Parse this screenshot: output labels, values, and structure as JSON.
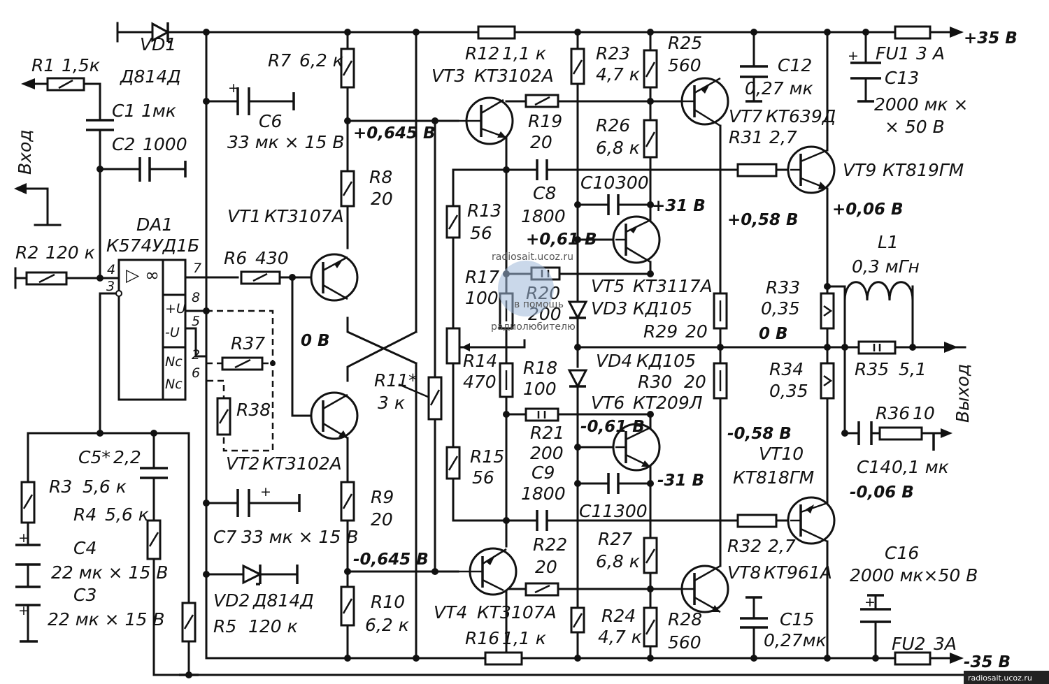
{
  "supply": {
    "positive": "+35 В",
    "negative": "-35 В"
  },
  "ports": {
    "input": "Вход",
    "output": "Выход"
  },
  "components": {
    "R1": {
      "ref": "R1",
      "value": "1,5к"
    },
    "R2": {
      "ref": "R2",
      "value": "120 к"
    },
    "R3": {
      "ref": "R3",
      "value": "5,6 к"
    },
    "R4": {
      "ref": "R4",
      "value": "5,6 к"
    },
    "R5": {
      "ref": "R5",
      "value": "120 к"
    },
    "R6": {
      "ref": "R6",
      "value": "430"
    },
    "R7": {
      "ref": "R7",
      "value": "6,2 к"
    },
    "R8": {
      "ref": "R8",
      "value": "20"
    },
    "R9": {
      "ref": "R9",
      "value": "20"
    },
    "R10": {
      "ref": "R10",
      "value": "6,2 к"
    },
    "R11": {
      "ref": "R11*",
      "value": "3 к"
    },
    "R12": {
      "ref": "R12",
      "value": "1,1 к"
    },
    "R13": {
      "ref": "R13",
      "value": "56"
    },
    "R14": {
      "ref": "R14",
      "value": "470"
    },
    "R15": {
      "ref": "R15",
      "value": "56"
    },
    "R16": {
      "ref": "R16",
      "value": "1,1 к"
    },
    "R17": {
      "ref": "R17",
      "value": "100"
    },
    "R18": {
      "ref": "R18",
      "value": "100"
    },
    "R19": {
      "ref": "R19",
      "value": "20"
    },
    "R20": {
      "ref": "R20",
      "value": "200"
    },
    "R21": {
      "ref": "R21",
      "value": "200"
    },
    "R22": {
      "ref": "R22",
      "value": "20"
    },
    "R23": {
      "ref": "R23",
      "value": "4,7 к"
    },
    "R24": {
      "ref": "R24",
      "value": "4,7 к"
    },
    "R25": {
      "ref": "R25",
      "value": "560"
    },
    "R26": {
      "ref": "R26",
      "value": "6,8 к"
    },
    "R27": {
      "ref": "R27",
      "value": "6,8 к"
    },
    "R28": {
      "ref": "R28",
      "value": "560"
    },
    "R29": {
      "ref": "R29",
      "value": "20"
    },
    "R30": {
      "ref": "R30",
      "value": "20"
    },
    "R31": {
      "ref": "R31",
      "value": "2,7"
    },
    "R32": {
      "ref": "R32",
      "value": "2,7"
    },
    "R33": {
      "ref": "R33",
      "value": "0,35"
    },
    "R34": {
      "ref": "R34",
      "value": "0,35"
    },
    "R35": {
      "ref": "R35",
      "value": "5,1"
    },
    "R36": {
      "ref": "R36",
      "value": "10"
    },
    "R37": {
      "ref": "R37"
    },
    "R38": {
      "ref": "R38"
    },
    "C1": {
      "ref": "C1",
      "value": "1мк"
    },
    "C2": {
      "ref": "C2",
      "value": "1000"
    },
    "C3": {
      "ref": "C3",
      "value": "22 мк × 15 В"
    },
    "C4": {
      "ref": "C4",
      "value": "22 мк × 15 В"
    },
    "C5": {
      "ref": "C5*",
      "value": "2,2"
    },
    "C6": {
      "ref": "C6",
      "value": "33 мк × 15 В"
    },
    "C7": {
      "ref": "C7",
      "value": "33 мк × 15 В"
    },
    "C8": {
      "ref": "C8",
      "value": "1800"
    },
    "C9": {
      "ref": "C9",
      "value": "1800"
    },
    "C10": {
      "ref": "C10",
      "value": "300"
    },
    "C11": {
      "ref": "C11",
      "value": "300"
    },
    "C12": {
      "ref": "C12",
      "value": "0,27 мк"
    },
    "C13": {
      "ref": "C13",
      "value": "2000 мк ×",
      "value2": "× 50 В"
    },
    "C14": {
      "ref": "C14",
      "value": "0,1 мк"
    },
    "C15": {
      "ref": "C15",
      "value": "0,27мк"
    },
    "C16": {
      "ref": "C16",
      "value": "2000 мк×50 В"
    },
    "VD1": {
      "ref": "VD1",
      "value": "Д814Д"
    },
    "VD2": {
      "ref": "VD2",
      "value": "Д814Д"
    },
    "VD3": {
      "ref": "VD3",
      "value": "КД105"
    },
    "VD4": {
      "ref": "VD4",
      "value": "КД105"
    },
    "VT1": {
      "ref": "VT1",
      "value": "КТ3107А"
    },
    "VT2": {
      "ref": "VT2",
      "value": "КТ3102А"
    },
    "VT3": {
      "ref": "VT3",
      "value": "КТ3102А"
    },
    "VT4": {
      "ref": "VT4",
      "value": "КТ3107А"
    },
    "VT5": {
      "ref": "VT5",
      "value": "КТ3117А"
    },
    "VT6": {
      "ref": "VT6",
      "value": "КТ209Л"
    },
    "VT7": {
      "ref": "VT7",
      "value": "КТ639Д"
    },
    "VT8": {
      "ref": "VT8",
      "value": "КТ961А"
    },
    "VT9": {
      "ref": "VT9",
      "value": "КТ819ГМ"
    },
    "VT10": {
      "ref": "VT10",
      "value": "КТ818ГМ"
    },
    "DA1": {
      "ref": "DA1",
      "value": "К574УД1Б"
    },
    "L1": {
      "ref": "L1",
      "value": "0,3 мГн"
    },
    "FU1": {
      "ref": "FU1",
      "value": "3 А"
    },
    "FU2": {
      "ref": "FU2",
      "value": "3А"
    }
  },
  "opamp": {
    "pins": [
      "4",
      "3",
      "7",
      "8",
      "5",
      "2",
      "6"
    ],
    "labels": {
      "vplus": "+U",
      "vminus": "-U",
      "nc1": "Nc",
      "nc2": "Nc",
      "sym": "▷ ∞"
    }
  },
  "voltages": {
    "vt1_base_pos": "+0,645 В",
    "vt1_base_neg": "-0,645 В",
    "zero_mid": "0 В",
    "v31_pos": "+31 В",
    "v31_neg": "-31 В",
    "v061_pos": "+0,61 В",
    "v061_neg": "-0,61 В",
    "v058_pos": "+0,58 В",
    "v058_neg": "-0,58 В",
    "v006_pos": "+0,06 В",
    "v006_neg": "-0,06 В",
    "zero_out": "0 В"
  },
  "watermark": {
    "center_url": "radiosait.ucoz.ru",
    "center_line1": "в помощь",
    "center_line2": "радиолюбителю",
    "footer": "radiosait.ucoz.ru"
  }
}
